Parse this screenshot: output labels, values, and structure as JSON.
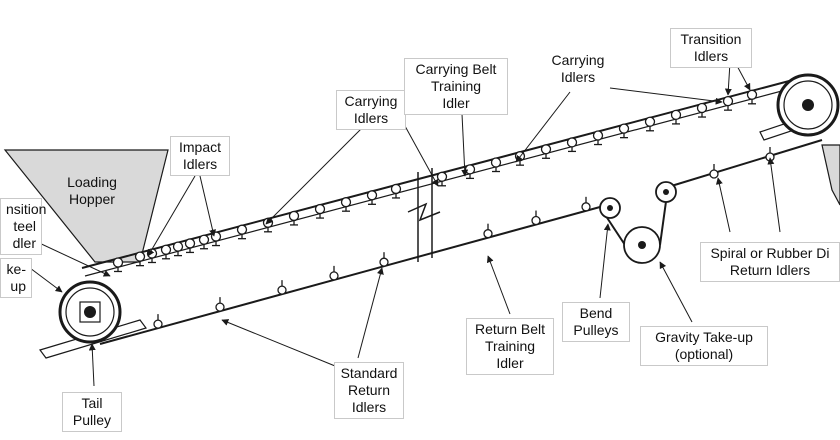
{
  "labels": {
    "transition_steel_idler": "nsition\nteel\ndler",
    "take_up": "ke-up",
    "loading_hopper": "Loading\nHopper",
    "impact_idlers": "Impact\nIdlers",
    "carrying_idlers_left": "Carrying\nIdlers",
    "carrying_belt_training_idler": "Carrying Belt\nTraining\nIdler",
    "carrying_idlers_right": "Carrying\nIdlers",
    "transition_idlers": "Transition\nIdlers",
    "spiral_rubber_return_idlers": "Spiral or Rubber Di\nReturn Idlers",
    "bend_pulleys": "Bend\nPulleys",
    "gravity_take_up": "Gravity Take-up\n(optional)",
    "return_belt_training_idler": "Return Belt\nTraining\nIdler",
    "standard_return_idlers": "Standard\nReturn\nIdlers",
    "tail_pulley": "Tail\nPulley"
  },
  "colors": {
    "line": "#1a1a1a",
    "hopper_fill": "#d9d9d9",
    "label_border": "#c9c9c9"
  }
}
